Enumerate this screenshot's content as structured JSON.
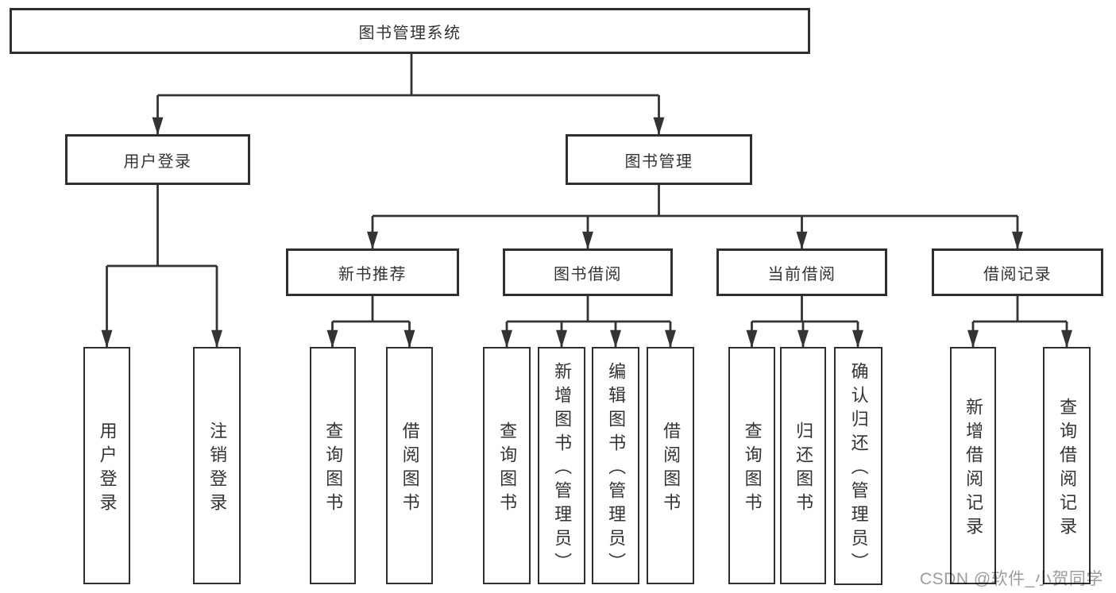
{
  "diagram": {
    "root": {
      "label": "图书管理系统"
    },
    "level2": [
      {
        "label": "用户登录"
      },
      {
        "label": "图书管理"
      }
    ],
    "level3": [
      {
        "label": "新书推荐"
      },
      {
        "label": "图书借阅"
      },
      {
        "label": "当前借阅"
      },
      {
        "label": "借阅记录"
      }
    ],
    "leaves": [
      {
        "label": "用户登录"
      },
      {
        "label": "注销登录"
      },
      {
        "label": "查询图书"
      },
      {
        "label": "借阅图书"
      },
      {
        "label": "查询图书"
      },
      {
        "label": "新增图书（管理员）"
      },
      {
        "label": "编辑图书（管理员）"
      },
      {
        "label": "借阅图书"
      },
      {
        "label": "查询图书"
      },
      {
        "label": "归还图书"
      },
      {
        "label": "确认归还（管理员）"
      },
      {
        "label": "新增借阅记录"
      },
      {
        "label": "查询借阅记录"
      }
    ]
  },
  "watermark": {
    "text": "CSDN @软件_小贺同学"
  },
  "colors": {
    "line_color": "#333333",
    "box_border_color": "#2f2f2f",
    "text_color": "#333333",
    "background_color": "#ffffff",
    "watermark_color": "#9c9c9c"
  }
}
